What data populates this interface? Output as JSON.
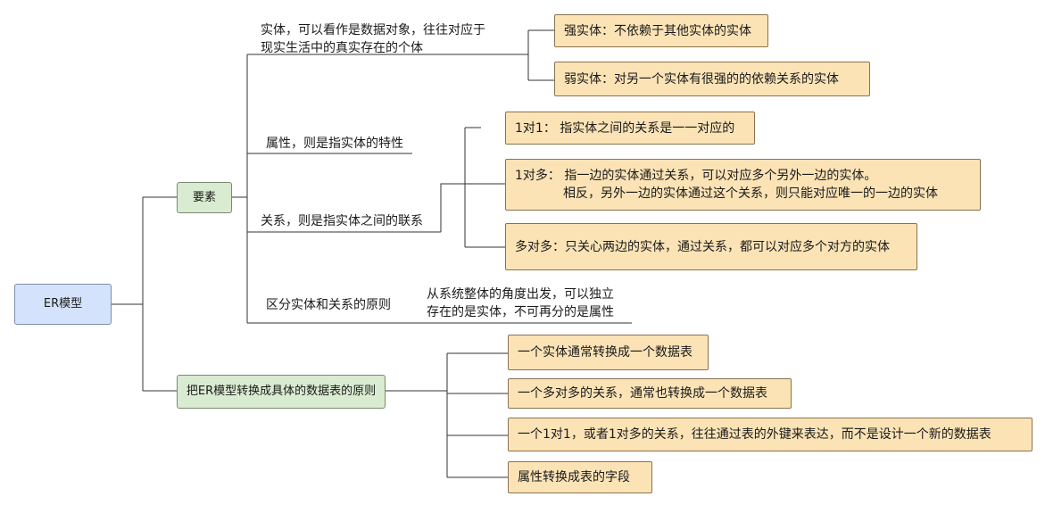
{
  "root": "ER模型",
  "branch_elements": {
    "label": "要素",
    "entity_text": [
      "实体，可以看作是数据对象，往往对应于",
      "现实生活中的真实存在的个体"
    ],
    "strong_entity": "强实体：不依赖于其他实体的实体",
    "weak_entity": "弱实体：对另一个实体有很强的的依赖关系的实体",
    "attribute_text": "属性，则是指实体的特性",
    "relation_text": "关系，则是指实体之间的联系",
    "one_to_one": "1对1： 指实体之间的关系是一一对应的",
    "one_to_many": [
      "1对多： 指一边的实体通过关系，可以对应多个另外一边的实体。",
      "相反，另外一边的实体通过这个关系，则只能对应唯一的一边的实体"
    ],
    "many_to_many": "多对多：只关心两边的实体，通过关系，都可以对应多个对方的实体",
    "principle_label": "区分实体和关系的原则",
    "principle_text": [
      "从系统整体的角度出发，可以独立",
      "存在的是实体，不可再分的是属性"
    ]
  },
  "branch_convert": {
    "label": "把ER模型转换成具体的数据表的原则",
    "rules": [
      "一个实体通常转换成一个数据表",
      "一个多对多的关系，通常也转换成一个数据表",
      "一个1对1，或者1对多的关系，往往通过表的外键来表达，而不是设计一个新的数据表",
      "属性转换成表的字段"
    ]
  }
}
